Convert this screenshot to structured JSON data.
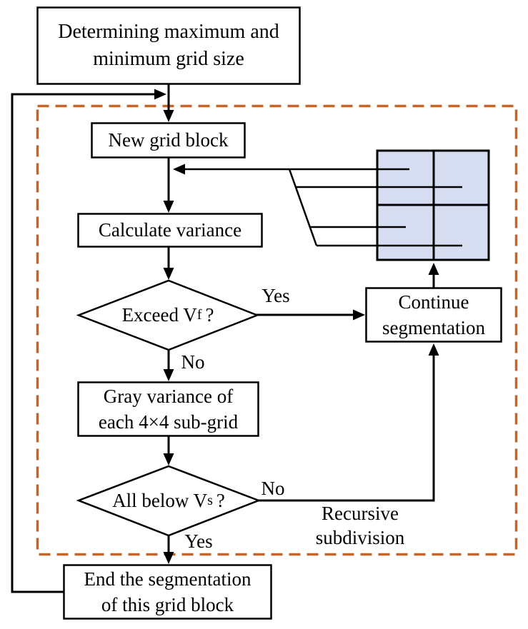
{
  "figure": {
    "type": "flowchart",
    "description_nodes": {
      "determine_grid_size": {
        "lines": [
          "Determining maximum and",
          "minimum grid size"
        ]
      },
      "new_grid_block": {
        "lines": [
          "New grid block"
        ]
      },
      "calculate_variance": {
        "lines": [
          "Calculate variance"
        ]
      },
      "exceed_vf": {
        "prefix": "Exceed V",
        "sub": "f",
        "suffix": "?"
      },
      "gray_variance": {
        "lines": [
          "Gray variance of",
          "each 4×4 sub-grid"
        ]
      },
      "all_below_vs": {
        "prefix": "All below V",
        "sub": "s",
        "suffix": "?"
      },
      "continue_segmentation": {
        "lines": [
          "Continue",
          "segmentation"
        ]
      },
      "end_segmentation": {
        "lines": [
          "End the segmentation",
          "of this grid block"
        ]
      }
    },
    "edge_labels": {
      "exceed_yes": "Yes",
      "exceed_no": "No",
      "below_no": "No",
      "below_yes": "Yes",
      "recursive": {
        "lines": [
          "Recursive",
          "subdivision"
        ]
      }
    },
    "colors": {
      "line": "#000000",
      "node_fill": "#ffffff",
      "dashed_border": "#c66428",
      "grid_fill": "#d7ddf0",
      "text": "#000000"
    }
  }
}
